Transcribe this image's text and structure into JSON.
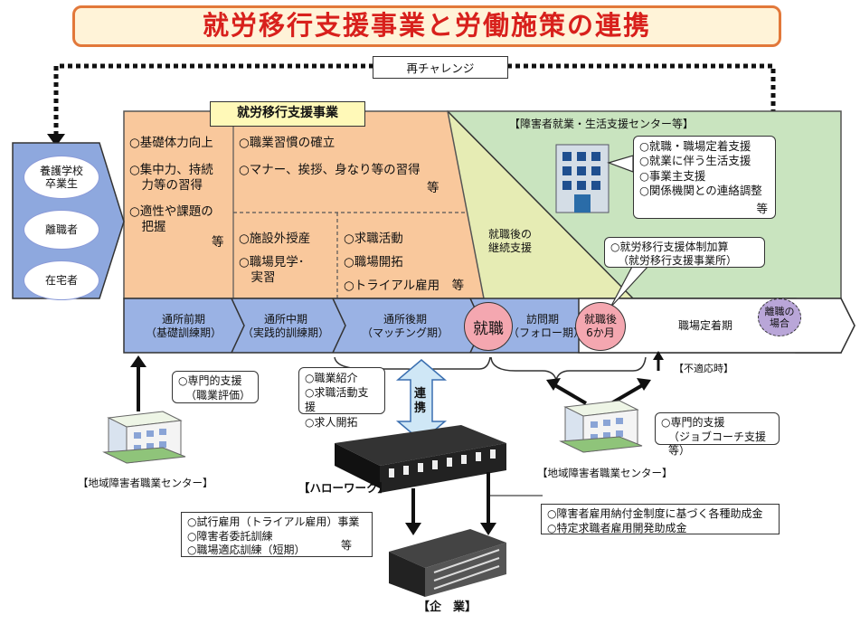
{
  "title": "就労移行支援事業と労働施策の連携",
  "rechallenge": "再チャレンジ",
  "program_header": "就労移行支援事業",
  "center_header": "【障害者就業・生活支援センター等】",
  "left_groups": [
    "養護学校\n卒業生",
    "離職者",
    "在宅者"
  ],
  "col1_items": [
    "○基礎体力向上",
    "○集中力、持続\n　力等の習得",
    "○適性や課題の\n　把握"
  ],
  "col1_etc": "等",
  "col2_top_items": [
    "○職業習慣の確立",
    "○マナー、挨拶、身なり等の習得"
  ],
  "col2_top_etc": "等",
  "col2_bottom_items": [
    "○施設外授産",
    "○職場見学･\n　実習"
  ],
  "col3_items": [
    "○求職活動",
    "○職場開拓",
    "○トライアル雇用　等"
  ],
  "followup_label": "就職後の\n継続支援",
  "center_callout": [
    "○就職・職場定着支援",
    "○就業に伴う生活支援",
    "○事業主支援",
    "○関係機関との連絡調整"
  ],
  "center_callout_etc": "等",
  "addition_callout": [
    "○就労移行支援体制加算",
    "（就労移行支援事業所）"
  ],
  "arrow_stages": [
    "通所前期\n（基礎訓練期）",
    "通所中期\n（実践的訓練期）",
    "通所後期\n（マッチング期）",
    "訪問期\n（フォロー期）",
    "職場定着期"
  ],
  "employment_circle": "就職",
  "six_months_circle": "就職後\n6か月",
  "leave_circle": "離職の\n場合",
  "unsuitable": "【不適応時】",
  "left_center_callout": [
    "○専門的支援",
    "（職業評価）"
  ],
  "left_center_label": "【地域障害者職業センター】",
  "hw_callout": [
    "○職業紹介",
    "○求職活動支援",
    "○求人開拓"
  ],
  "renkei": "連\n携",
  "hw_label": "【ハローワーク】",
  "right_center_callout": [
    "○専門的支援",
    "（ジョブコーチ支援等）"
  ],
  "right_center_label": "【地域障害者職業センター】",
  "hw_left_callout": [
    "○試行雇用（トライアル雇用）事業",
    "○障害者委託訓練",
    "○職場適応訓練（短期）"
  ],
  "hw_left_etc": "等",
  "hw_right_callout": [
    "○障害者雇用納付金制度に基づく各種助成金",
    "○特定求職者雇用開発助成金"
  ],
  "company_label": "【企　業】"
}
